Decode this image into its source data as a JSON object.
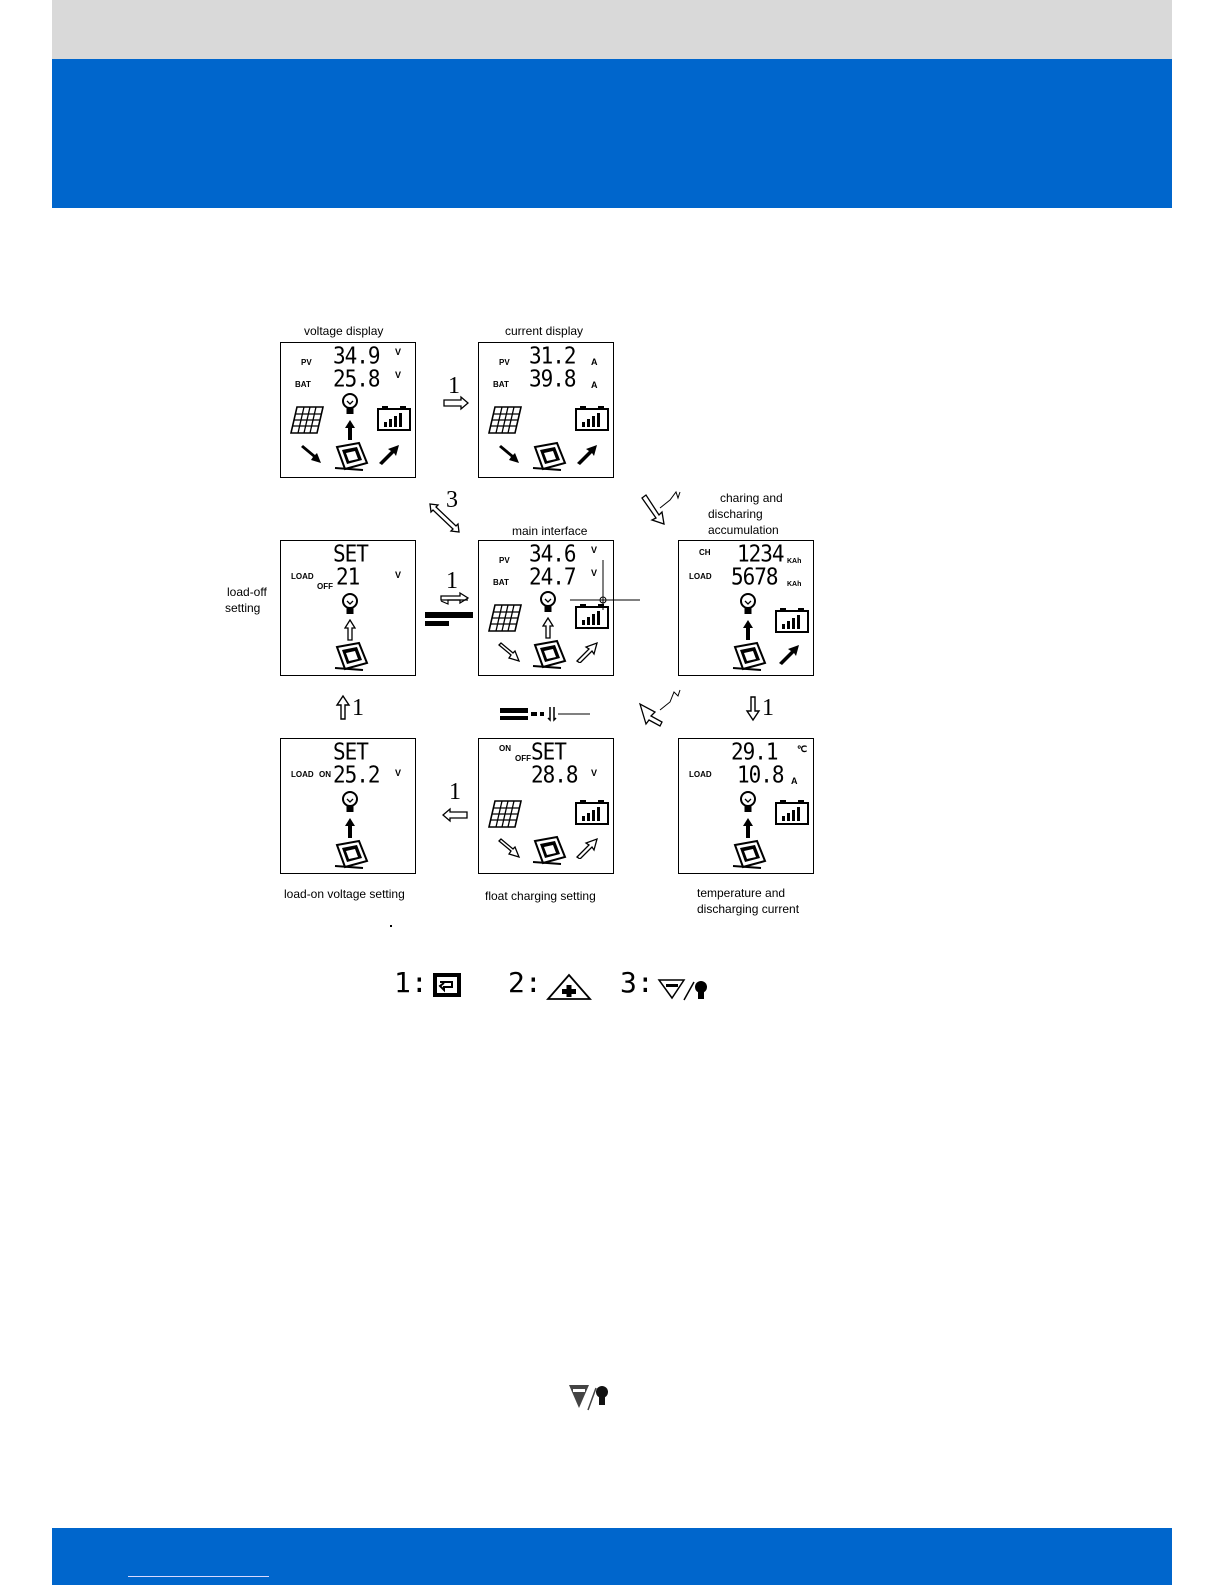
{
  "captions": {
    "voltage_display": "voltage display",
    "current_display": "current display",
    "main_interface": "main interface",
    "charging_accumulation": [
      "charing and",
      "discharing",
      "accumulation"
    ],
    "load_off_setting": [
      "load-off",
      "setting"
    ],
    "load_on_setting": "load-on voltage setting",
    "float_charging_setting": "float charging setting",
    "temp_discharge": [
      "temperature and",
      "discharging current"
    ]
  },
  "screens": {
    "voltage": {
      "label_pv": "PV",
      "label_bat": "BAT",
      "pv": "34.9",
      "bat": "25.8",
      "unit1": "V",
      "unit2": "V"
    },
    "current": {
      "label_pv": "PV",
      "label_bat": "BAT",
      "pv": "31.2",
      "bat": "39.8",
      "unit1": "A",
      "unit2": "A"
    },
    "main": {
      "label_pv": "PV",
      "label_bat": "BAT",
      "pv": "34.6",
      "bat": "24.7",
      "unit1": "V",
      "unit2": "V"
    },
    "accum": {
      "label_ch": "CH",
      "label_load": "LOAD",
      "ch": "1234",
      "load": "5678",
      "unit": "KAh"
    },
    "load_off": {
      "set": "SET",
      "label_load": "LOAD",
      "label_off": "OFF",
      "value": "21",
      "unit": "V"
    },
    "load_on": {
      "set": "SET",
      "label_load": "LOAD",
      "label_on": "ON",
      "value": "25.2",
      "unit": "V"
    },
    "float": {
      "set": "SET",
      "label_on": "ON",
      "label_off": "OFF",
      "value": "28.8",
      "unit": "V"
    },
    "temp": {
      "temp": "29.1",
      "label_load": "LOAD",
      "current": "10.8",
      "unit_temp": "℃",
      "unit_current": "A"
    }
  },
  "arrow_numbers": {
    "a1": "1",
    "a2": "3",
    "a3": "1",
    "a4": "1",
    "a5": "1",
    "a6": "1"
  },
  "legend": {
    "k1": "1:",
    "k2": "2:",
    "k3": "3:"
  }
}
